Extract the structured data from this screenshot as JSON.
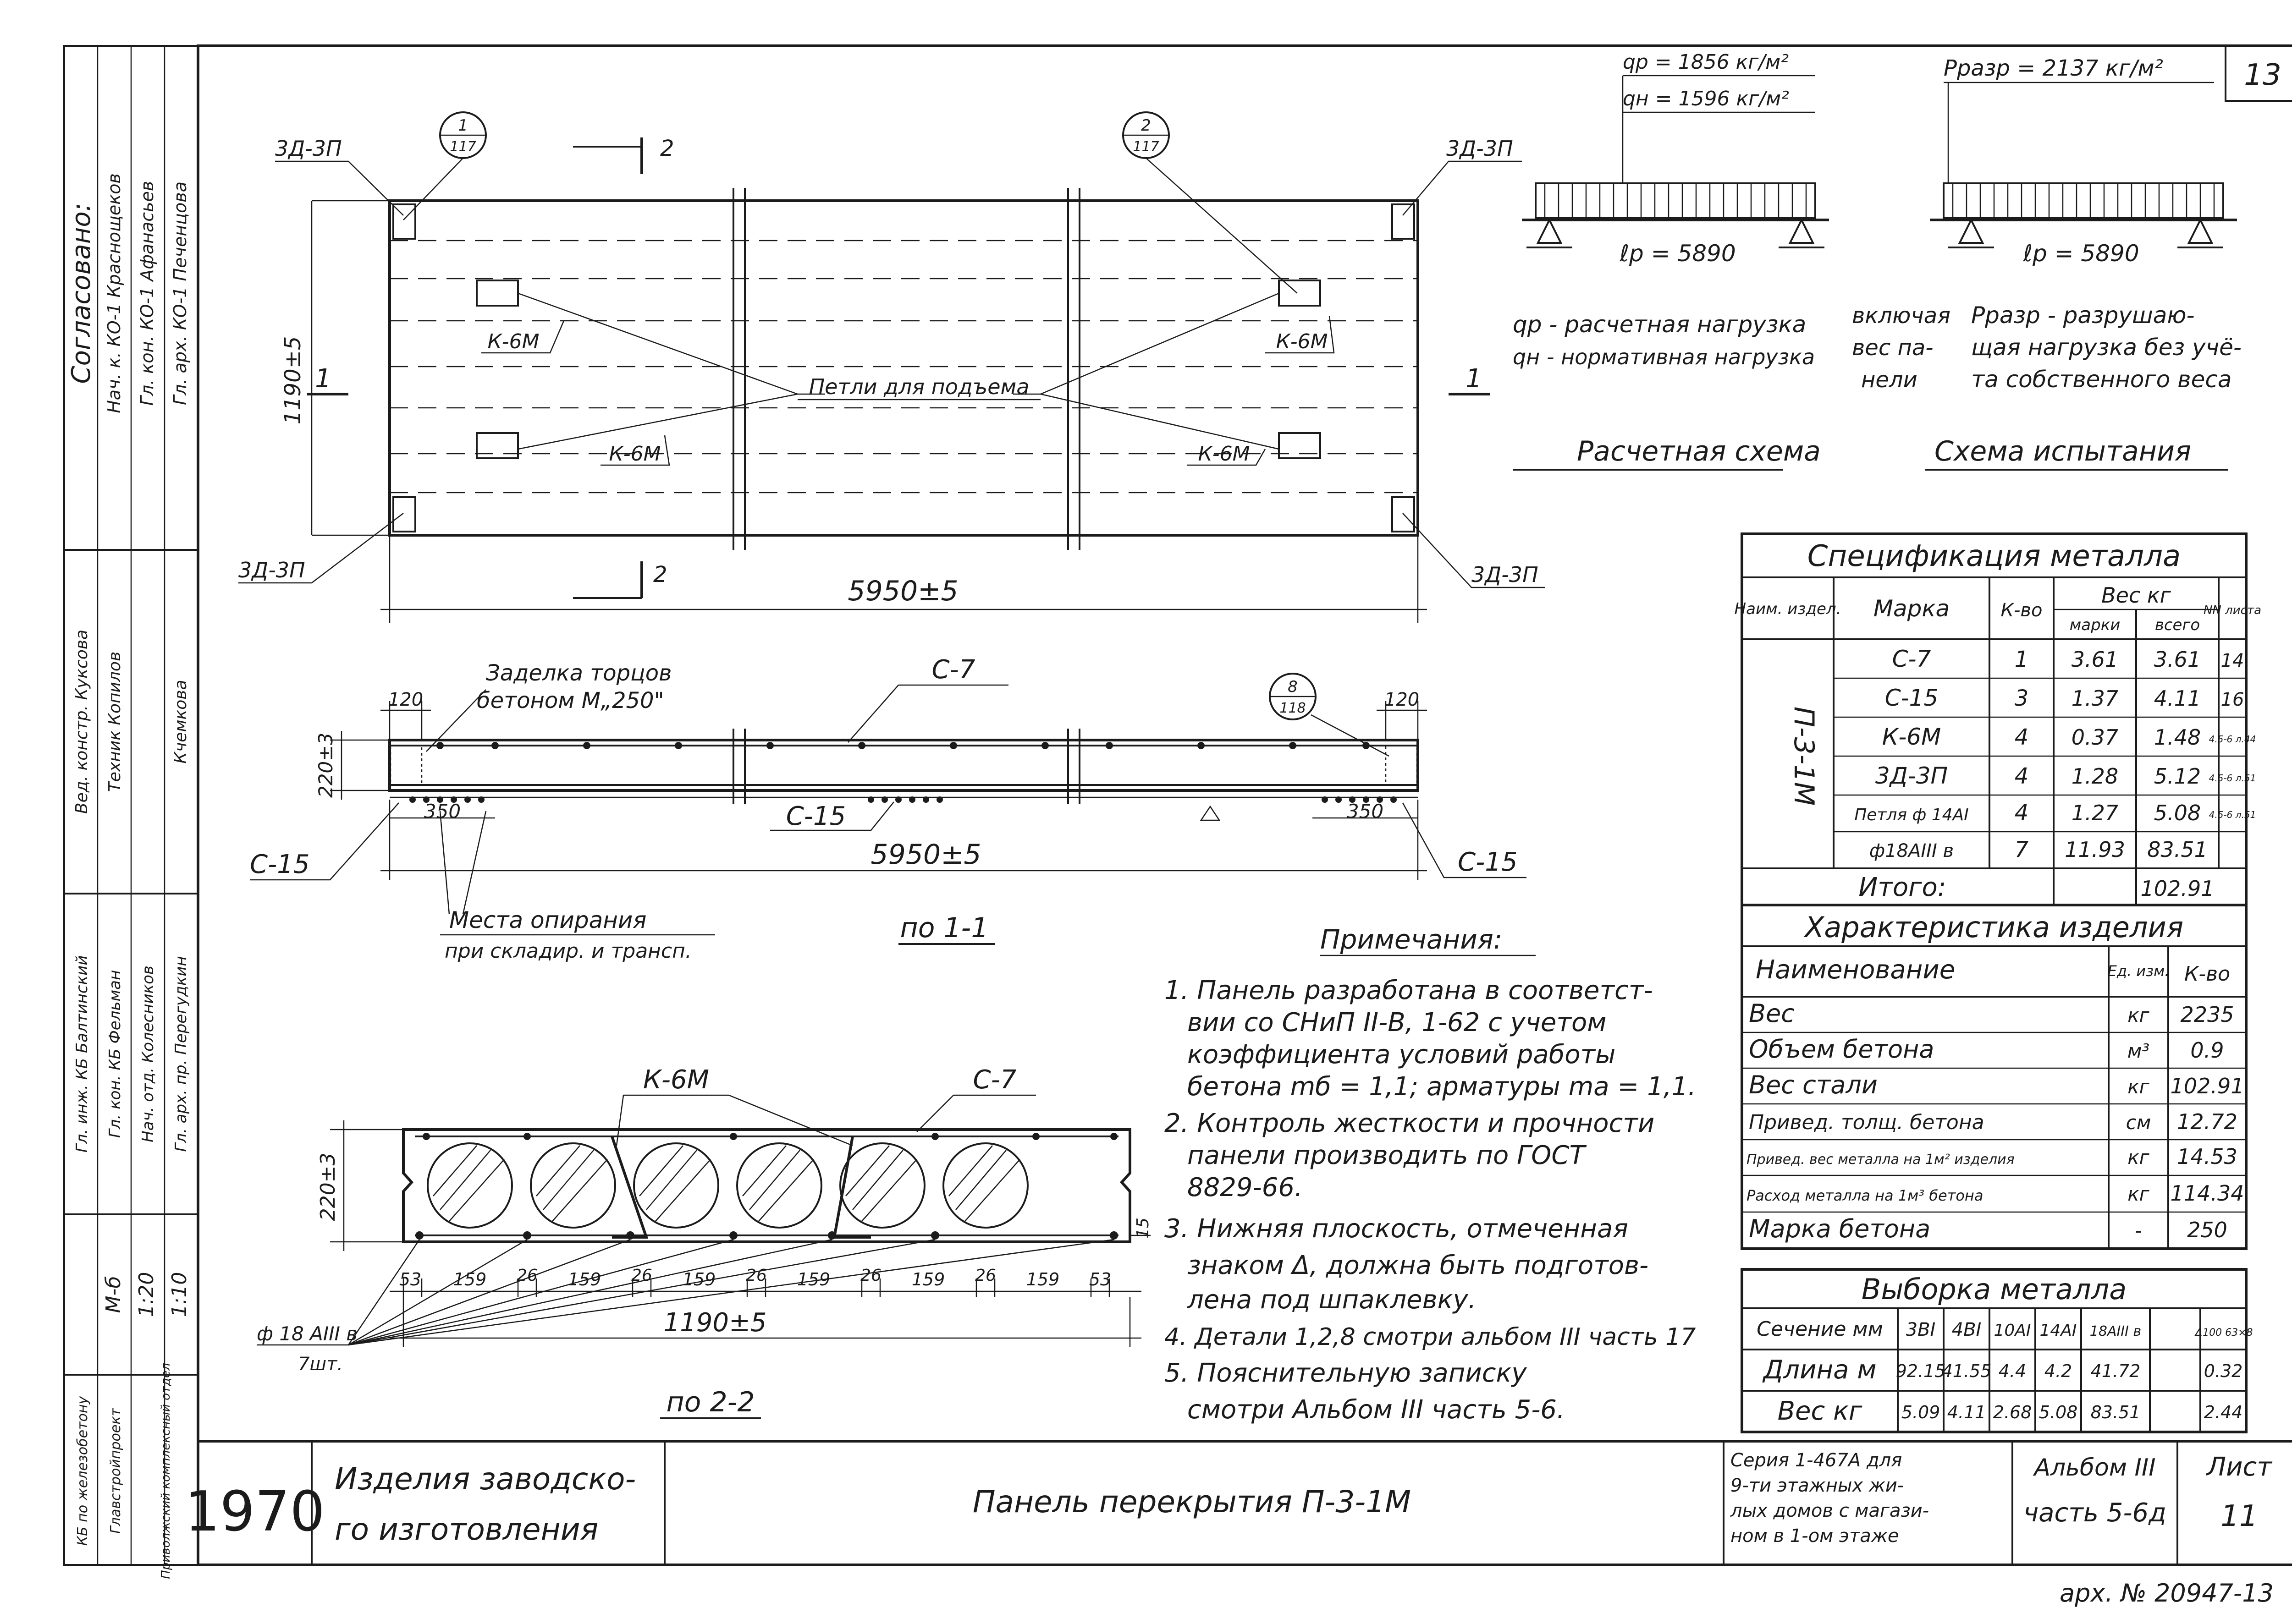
{
  "sheet_number_top": "13",
  "archive_number": "арх. № 20947-13",
  "plan": {
    "corner_labels": [
      "3Д-3П",
      "3Д-3П",
      "3Д-3П",
      "3Д-3П"
    ],
    "callout_1": {
      "top": "1",
      "bottom": "117"
    },
    "callout_2": {
      "top": "2",
      "bottom": "117"
    },
    "section_1": "1",
    "section_2": "2",
    "loop_labels": [
      "К-6М",
      "К-6М",
      "К-6М",
      "К-6М"
    ],
    "loops_caption": "Петли для подъема",
    "width_dim": "1190±5",
    "length_dim": "5950±5"
  },
  "section_1_1": {
    "title": "по 1-1",
    "end_seal_note_1": "Заделка торцов",
    "end_seal_note_2": "бетоном М„250\"",
    "top_bar": "С-7",
    "callout_8": {
      "top": "8",
      "bottom": "118"
    },
    "end_dim_left": "120",
    "end_dim_right": "120",
    "height_dim": "220±3",
    "support_left": "350",
    "support_right": "350",
    "bottom_bar_mid": "С-15",
    "bottom_bar_left": "С-15",
    "bottom_bar_right": "С-15",
    "length_dim": "5950±5",
    "support_note_1": "Места опирания",
    "support_note_2": "при складир. и трансп."
  },
  "section_2_2": {
    "title": "по 2-2",
    "loop_label": "К-6М",
    "top_bar": "С-7",
    "height_dim": "220±3",
    "cover_dim": "15",
    "dims": [
      "53",
      "159",
      "26",
      "159",
      "26",
      "159",
      "26",
      "159",
      "26",
      "159",
      "26",
      "159",
      "53"
    ],
    "width_dim": "1190±5",
    "rebar_1": "ф 18 АIII в",
    "rebar_2": "7шт."
  },
  "calc_scheme": {
    "qp": "qр = 1856 кг/м²",
    "qn": "qн = 1596 кг/м²",
    "span": "ℓр = 5890",
    "title": "Расчетная схема"
  },
  "test_scheme": {
    "load": "Рразр = 2137 кг/м²",
    "span": "ℓр = 5890",
    "title": "Схема испытания"
  },
  "legend": {
    "qp_line": "qр - расчетная нагрузка",
    "qn_line": "qн - нормативная нагрузка",
    "incl_1": "включая",
    "incl_2": "вес па-",
    "incl_3": "нели",
    "p_line_1": "Рразр - разрушаю-",
    "p_line_2": "щая нагрузка без учё-",
    "p_line_3": "та собственного веса"
  },
  "metal_spec": {
    "title": "Спецификация металла",
    "col_item": "Наим. издел.",
    "col_mark": "Марка",
    "col_qty": "К-во",
    "col_weight": "Вес кг",
    "col_each": "марки",
    "col_total": "всего",
    "col_sheet": "NN листа",
    "item_name": "П-3-1М",
    "rows": [
      {
        "mark": "С-7",
        "qty": "1",
        "each": "3.61",
        "total": "3.61",
        "sheet": "14"
      },
      {
        "mark": "С-15",
        "qty": "3",
        "each": "1.37",
        "total": "4.11",
        "sheet": "16"
      },
      {
        "mark": "К-6М",
        "qty": "4",
        "each": "0.37",
        "total": "1.48",
        "sheet": "4.5-6 л.44"
      },
      {
        "mark": "3Д-3П",
        "qty": "4",
        "each": "1.28",
        "total": "5.12",
        "sheet": "4.5-6 л.51"
      },
      {
        "mark": "Петля ф 14АI",
        "qty": "4",
        "each": "1.27",
        "total": "5.08",
        "sheet": "4.5-6 л.51"
      },
      {
        "mark": "ф18АIII в",
        "qty": "7",
        "each": "11.93",
        "total": "83.51",
        "sheet": ""
      }
    ],
    "total_label": "Итого:",
    "total_value": "102.91"
  },
  "product_char": {
    "title": "Характеристика изделия",
    "col_name": "Наименование",
    "col_unit": "Ед. изм.",
    "col_qty": "К-во",
    "rows": [
      {
        "name": "Вес",
        "unit": "кг",
        "qty": "2235"
      },
      {
        "name": "Объем бетона",
        "unit": "м³",
        "qty": "0.9"
      },
      {
        "name": "Вес стали",
        "unit": "кг",
        "qty": "102.91"
      },
      {
        "name": "Привед. толщ. бетона",
        "unit": "см",
        "qty": "12.72"
      },
      {
        "name": "Привед. вес металла на 1м² изделия",
        "unit": "кг",
        "qty": "14.53"
      },
      {
        "name": "Расход металла на 1м³ бетона",
        "unit": "кг",
        "qty": "114.34"
      },
      {
        "name": "Марка бетона",
        "unit": "-",
        "qty": "250"
      }
    ]
  },
  "metal_sample": {
    "title": "Выборка металла",
    "headers": [
      "Сечение мм",
      "3ВI",
      "4ВI",
      "10АI",
      "14АI",
      "18АIII в",
      "∠100 63×8"
    ],
    "rows": [
      {
        "label": "Длина м",
        "values": [
          "92.15",
          "41.55",
          "4.4",
          "4.2",
          "41.72",
          "0.32"
        ]
      },
      {
        "label": "Вес кг",
        "values": [
          "5.09",
          "4.11",
          "2.68",
          "5.08",
          "83.51",
          "2.44"
        ]
      }
    ]
  },
  "notes": {
    "title": "Примечания:",
    "lines": [
      "1. Панель разработана в соответст-",
      "вии со СНиП II-В, 1-62 с учетом",
      "коэффициента условий работы",
      "бетона  mб = 1,1; арматуры mа = 1,1.",
      "2. Контроль жесткости и прочности",
      "панели производить по ГОСТ",
      "8829-66.",
      "3. Нижняя плоскость, отмеченная",
      "знаком Δ, должна быть подготов-",
      "лена под шпаклевку.",
      "4. Детали 1,2,8 смотри альбом III часть 17",
      "5. Пояснительную записку",
      "смотри  Альбом III  часть 5-6."
    ]
  },
  "title_block": {
    "year": "1970",
    "product_1": "Изделия заводско-",
    "product_2": "го изготовления",
    "sheet_title": "Панель перекрытия      П-3-1М",
    "series_1": "Серия 1-467А для",
    "series_2": "9-ти этажных жи-",
    "series_3": "лых домов с магази-",
    "series_4": "ном в 1-ом этаже",
    "album_1": "Альбом III",
    "album_2": "часть 5-6д",
    "sheet_label": "Лист",
    "sheet_no": "11"
  },
  "stamp": {
    "agreed": "Согласовано:",
    "approvals": [
      "Нач. к. КО-1   Краснощеков",
      "Гл. кон. КО-1  Афанасьев",
      "Гл. арх. КО-1  Печенцова"
    ],
    "team": [
      "Гл. инж. КБ    Балтинский",
      "Гл. кон. КБ    Фельман",
      "Нач. отд.      Колесников",
      "Гл. арх. пр.   Перегудкин"
    ],
    "team_2": [
      "Вед. констр.   Куксова",
      "Техник         Копилов",
      "Кчемкова"
    ],
    "scale_1": "1:20",
    "scale_2": "1:10",
    "mark": "М-б",
    "org_1": "КБ по железобетону",
    "org_2": "Главстройпроект",
    "org_3": "Приволжский комплексный отдел"
  }
}
